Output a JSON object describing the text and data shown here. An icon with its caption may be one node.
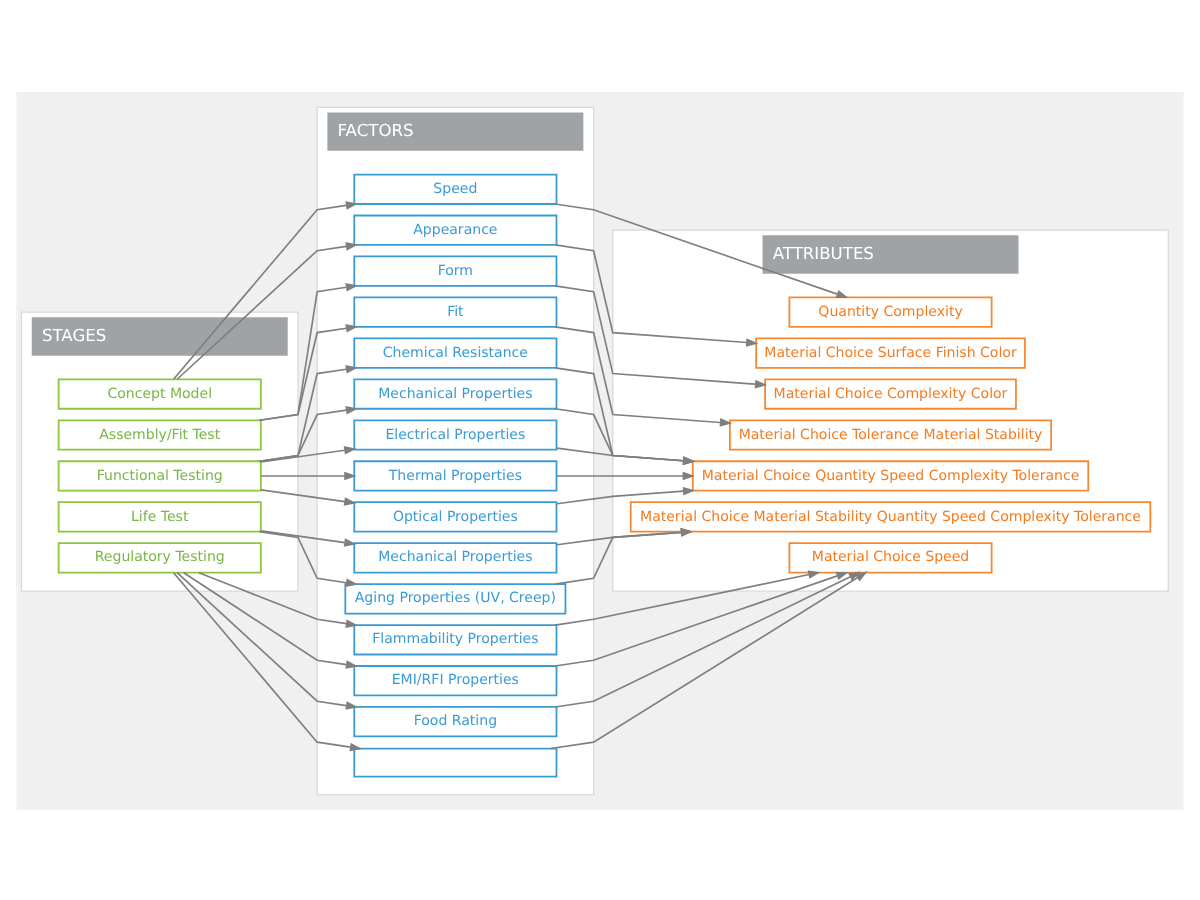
{
  "diagram": {
    "nodes": [
      {
        "text": [
          "STAGES"
        ]
      },
      {
        "text": [
          "FACTORS"
        ]
      },
      {
        "text": [
          "ATTRIBUTES"
        ]
      },
      {
        "text": [
          "Concept Model"
        ],
        "in": 0
      },
      {
        "text": [
          "Assembly/Fit Test"
        ],
        "in": 0
      },
      {
        "text": [
          "Functional Testing"
        ],
        "in": 0
      },
      {
        "text": [
          "Life Test"
        ],
        "in": 0
      },
      {
        "text": [
          "Regulatory Testing"
        ],
        "in": 0
      },
      {
        "text": [
          "Speed"
        ],
        "in": 1
      },
      {
        "text": [
          "Appearance"
        ],
        "in": 1
      },
      {
        "text": [
          "Form"
        ],
        "in": 1
      },
      {
        "text": [
          "Fit"
        ],
        "in": 1
      },
      {
        "text": [
          "Chemical Resistance"
        ],
        "in": 1
      },
      {
        "text": [
          "Mechanical Properties"
        ],
        "in": 1
      },
      {
        "text": [
          "Electrical Properties"
        ],
        "in": 1
      },
      {
        "text": [
          "Thermal Properties"
        ],
        "in": 1
      },
      {
        "text": [
          "Optical Properties"
        ],
        "in": 1
      },
      {
        "text": [
          "Mechanical Properties"
        ],
        "in": 1
      },
      {
        "text": [
          "Aging Properties (UV, Creep)"
        ],
        "in": 1
      },
      {
        "text": [
          "Flammability Properties"
        ],
        "in": 1
      },
      {
        "text": [
          "EMI/RFI Properties"
        ],
        "in": 1
      },
      {
        "text": [
          "Food Rating"
        ],
        "in": 1
      },
      {
        "text": [],
        "shape": "box",
        "in": 1
      },
      {
        "text": [
          "Quantity Complexity"
        ],
        "in": 2
      },
      {
        "text": [
          "Material Choice Surface Finish Color"
        ],
        "in": 2
      },
      {
        "text": [
          "Material Choice Complexity Color"
        ],
        "in": 2
      },
      {
        "text": [
          "Material Choice Tolerance Material Stability"
        ],
        "in": 2
      },
      {
        "text": [
          "Material Choice Quantity Speed Complexity Tolerance"
        ],
        "in": 2
      },
      {
        "text": [
          "Material Choice Material Stability Quantity Speed Complexity Tolerance"
        ],
        "in": 2
      },
      {
        "text": [
          "Material Choice Speed"
        ],
        "in": 2
      }
    ],
    "edges": [
      {
        "from": 3,
        "to": 8,
        "arrow": "to"
      },
      {
        "from": 3,
        "to": 9,
        "arrow": "to"
      },
      {
        "from": 8,
        "to": 23,
        "arrow": "to"
      },
      {
        "from": 9,
        "to": 24,
        "arrow": "to"
      },
      {
        "from": 4,
        "to": 10,
        "arrow": "to"
      },
      {
        "from": 4,
        "to": 11,
        "arrow": "to"
      },
      {
        "from": 10,
        "to": 25,
        "arrow": "to"
      },
      {
        "from": 11,
        "to": 26,
        "arrow": "to"
      },
      {
        "from": 5,
        "to": 12,
        "arrow": "to"
      },
      {
        "from": 5,
        "to": 13,
        "arrow": "to"
      },
      {
        "from": 5,
        "to": 14,
        "arrow": "to"
      },
      {
        "from": 5,
        "to": 15,
        "arrow": "to"
      },
      {
        "from": 5,
        "to": 16,
        "arrow": "to"
      },
      {
        "from": 12,
        "to": 27,
        "arrow": "to"
      },
      {
        "from": 13,
        "to": 27,
        "arrow": "to"
      },
      {
        "from": 14,
        "to": 27,
        "arrow": "to"
      },
      {
        "from": 15,
        "to": 27,
        "arrow": "to"
      },
      {
        "from": 16,
        "to": 27,
        "arrow": "to"
      },
      {
        "from": 6,
        "to": 17,
        "arrow": "to"
      },
      {
        "from": 6,
        "to": 18,
        "arrow": "to"
      },
      {
        "from": 17,
        "to": 28,
        "arrow": "to"
      },
      {
        "from": 18,
        "to": 28,
        "arrow": "to"
      },
      {
        "from": 7,
        "to": 19,
        "arrow": "to"
      },
      {
        "from": 7,
        "to": 20,
        "arrow": "to"
      },
      {
        "from": 7,
        "to": 21,
        "arrow": "to"
      },
      {
        "from": 7,
        "to": 22,
        "arrow": "to"
      },
      {
        "from": 19,
        "to": 29,
        "arrow": "to"
      },
      {
        "from": 20,
        "to": 29,
        "arrow": "to"
      },
      {
        "from": 21,
        "to": 29,
        "arrow": "to"
      },
      {
        "from": 22,
        "to": 29,
        "arrow": "to"
      }
    ]
  }
}
